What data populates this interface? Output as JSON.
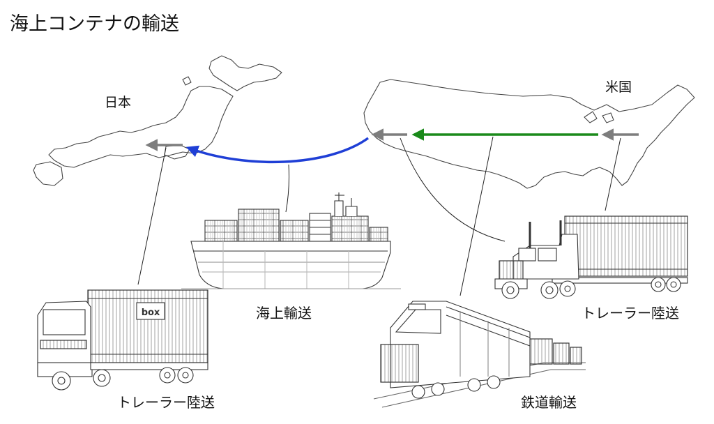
{
  "title": "海上コンテナの輸送",
  "regions": {
    "japan": "日本",
    "usa": "米国"
  },
  "transport_modes": {
    "sea": "海上輸送",
    "us_truck": "トレーラー陸送",
    "rail": "鉄道輸送",
    "jp_truck": "トレーラー陸送"
  },
  "truck_container_text": "box",
  "colors": {
    "sea_route": "#1f3fd6",
    "rail_route": "#1a8a1a",
    "truck_route": "#7d7d7d",
    "line_art": "#333333"
  }
}
